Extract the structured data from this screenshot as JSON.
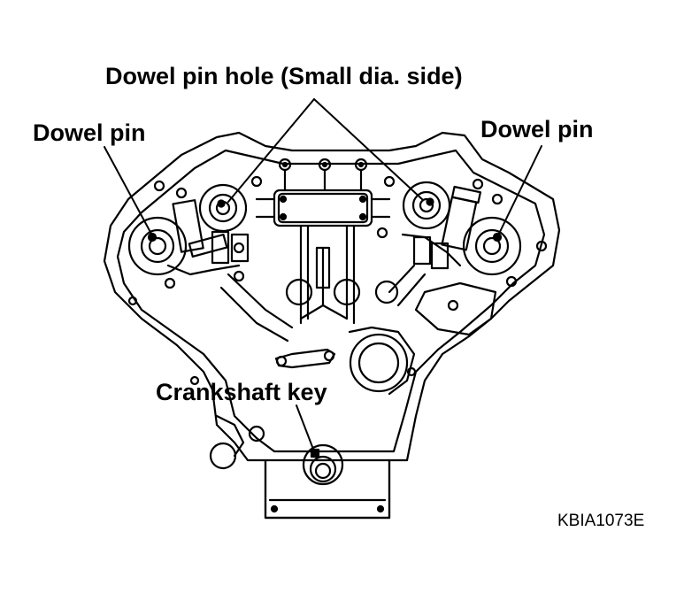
{
  "labels": {
    "dowel_pin_hole": "Dowel pin hole (Small dia. side)",
    "dowel_pin_left": "Dowel pin",
    "dowel_pin_right": "Dowel pin",
    "crankshaft_key": "Crankshaft key"
  },
  "figure_code": "KBIA1073E",
  "colors": {
    "line": "#000000",
    "background": "#ffffff"
  }
}
